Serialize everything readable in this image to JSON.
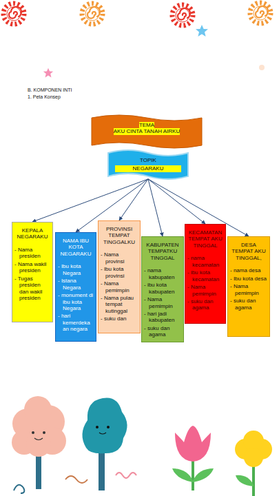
{
  "diagram": {
    "nodes": [
      {
        "text": [
          "TEMA",
          "AKU CINTA TANAH AIRKU"
        ]
      },
      {
        "text": [
          "TOPIK",
          "NEGARAKU"
        ]
      },
      {
        "text": [
          "KEPALA NEGARAKU",
          "- Nama presiden",
          "- Nama wakil presiden",
          "- Tugas presiden dan wakil presiden"
        ]
      },
      {
        "text": [
          "NAMA IBU KOTA NEGARAKU",
          "- Ibu kota Negara",
          "- Istana Negara",
          "- monument di ibu kota Negara",
          "- hari kemerdeka an negara"
        ]
      },
      {
        "text": [
          "PROVINSI TEMPAT TINGGALKU",
          "- Nama provinsi",
          "- Ibu kota provinsi",
          "- Nama pemimpin",
          "- Nama pulau tempat kutinggal",
          "- suku dan"
        ]
      },
      {
        "text": [
          "KABUPATEN TEMPATKU TINGGAL",
          "- nama kabupaten",
          "- ibu kota kabupaten",
          "- Nama pemimpin",
          "- hari jadi kabupaten",
          "- suku dan agama"
        ]
      },
      {
        "text": [
          "KECAMATAN TEMPAT AKU TINGGAL",
          "- nama kecamatan",
          "- ibu kota kecamatan",
          "- Nama pemimpin",
          "- suku dan agama"
        ]
      },
      {
        "text": [
          "DESA TEMPAT AKU TINGGAL,",
          "- nama desa",
          "- Ibu kota desa",
          "- Nama pemimpin",
          "- suku dan agama"
        ]
      }
    ],
    "edges": [
      {
        "from": 1,
        "to": 2,
        "arrow": "to"
      },
      {
        "from": 1,
        "to": 3,
        "arrow": "to"
      },
      {
        "from": 1,
        "to": 4,
        "arrow": "to"
      },
      {
        "from": 1,
        "to": 5,
        "arrow": "to"
      },
      {
        "from": 1,
        "to": 6,
        "arrow": "to"
      },
      {
        "from": 1,
        "to": 7,
        "arrow": "to"
      }
    ],
    "labels": [
      "B. KOMPONEN INTI",
      "1. Peta Konsep"
    ]
  }
}
